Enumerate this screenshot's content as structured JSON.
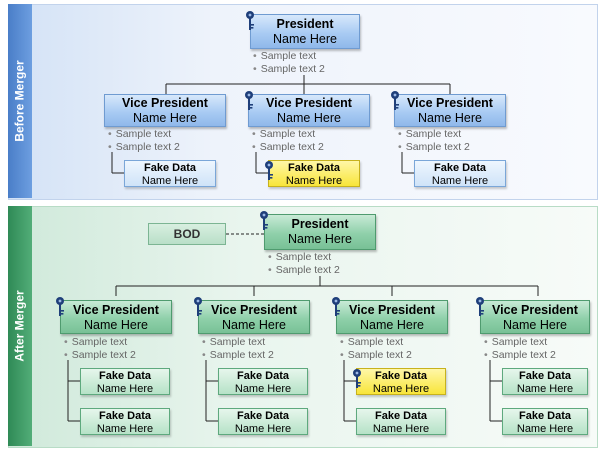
{
  "before": {
    "label": "Before Merger",
    "president": {
      "title": "President",
      "name": "Name Here",
      "bullets": [
        "Sample text",
        "Sample text 2"
      ]
    },
    "vps": [
      {
        "title": "Vice President",
        "name": "Name Here",
        "bullets": [
          "Sample text",
          "Sample text 2"
        ],
        "reports": [
          {
            "title": "Fake Data",
            "name": "Name Here",
            "highlight": false
          }
        ]
      },
      {
        "title": "Vice President",
        "name": "Name Here",
        "bullets": [
          "Sample text",
          "Sample text 2"
        ],
        "reports": [
          {
            "title": "Fake Data",
            "name": "Name Here",
            "highlight": true
          }
        ]
      },
      {
        "title": "Vice President",
        "name": "Name Here",
        "bullets": [
          "Sample text",
          "Sample text 2"
        ],
        "reports": [
          {
            "title": "Fake Data",
            "name": "Name Here",
            "highlight": false
          }
        ]
      }
    ]
  },
  "after": {
    "label": "After Merger",
    "bod": "BOD",
    "president": {
      "title": "President",
      "name": "Name Here",
      "bullets": [
        "Sample text",
        "Sample text 2"
      ]
    },
    "vps": [
      {
        "title": "Vice President",
        "name": "Name Here",
        "bullets": [
          "Sample text",
          "Sample text 2"
        ],
        "reports": [
          {
            "title": "Fake Data",
            "name": "Name Here",
            "highlight": false
          },
          {
            "title": "Fake Data",
            "name": "Name Here",
            "highlight": false
          }
        ]
      },
      {
        "title": "Vice President",
        "name": "Name Here",
        "bullets": [
          "Sample text",
          "Sample text 2"
        ],
        "reports": [
          {
            "title": "Fake Data",
            "name": "Name Here",
            "highlight": false
          },
          {
            "title": "Fake Data",
            "name": "Name Here",
            "highlight": false
          }
        ]
      },
      {
        "title": "Vice President",
        "name": "Name Here",
        "bullets": [
          "Sample text",
          "Sample text 2"
        ],
        "reports": [
          {
            "title": "Fake Data",
            "name": "Name Here",
            "highlight": true
          },
          {
            "title": "Fake Data",
            "name": "Name Here",
            "highlight": false
          }
        ]
      },
      {
        "title": "Vice President",
        "name": "Name Here",
        "bullets": [
          "Sample text",
          "Sample text 2"
        ],
        "reports": [
          {
            "title": "Fake Data",
            "name": "Name Here",
            "highlight": false
          },
          {
            "title": "Fake Data",
            "name": "Name Here",
            "highlight": false
          }
        ]
      }
    ]
  },
  "colors": {
    "before_band": "#5b8fd6",
    "after_band": "#3f9a66",
    "connector": "#222222",
    "key": "#1f3f7a",
    "highlight": "#f8e53a"
  },
  "icons": {
    "key": "key-icon"
  }
}
